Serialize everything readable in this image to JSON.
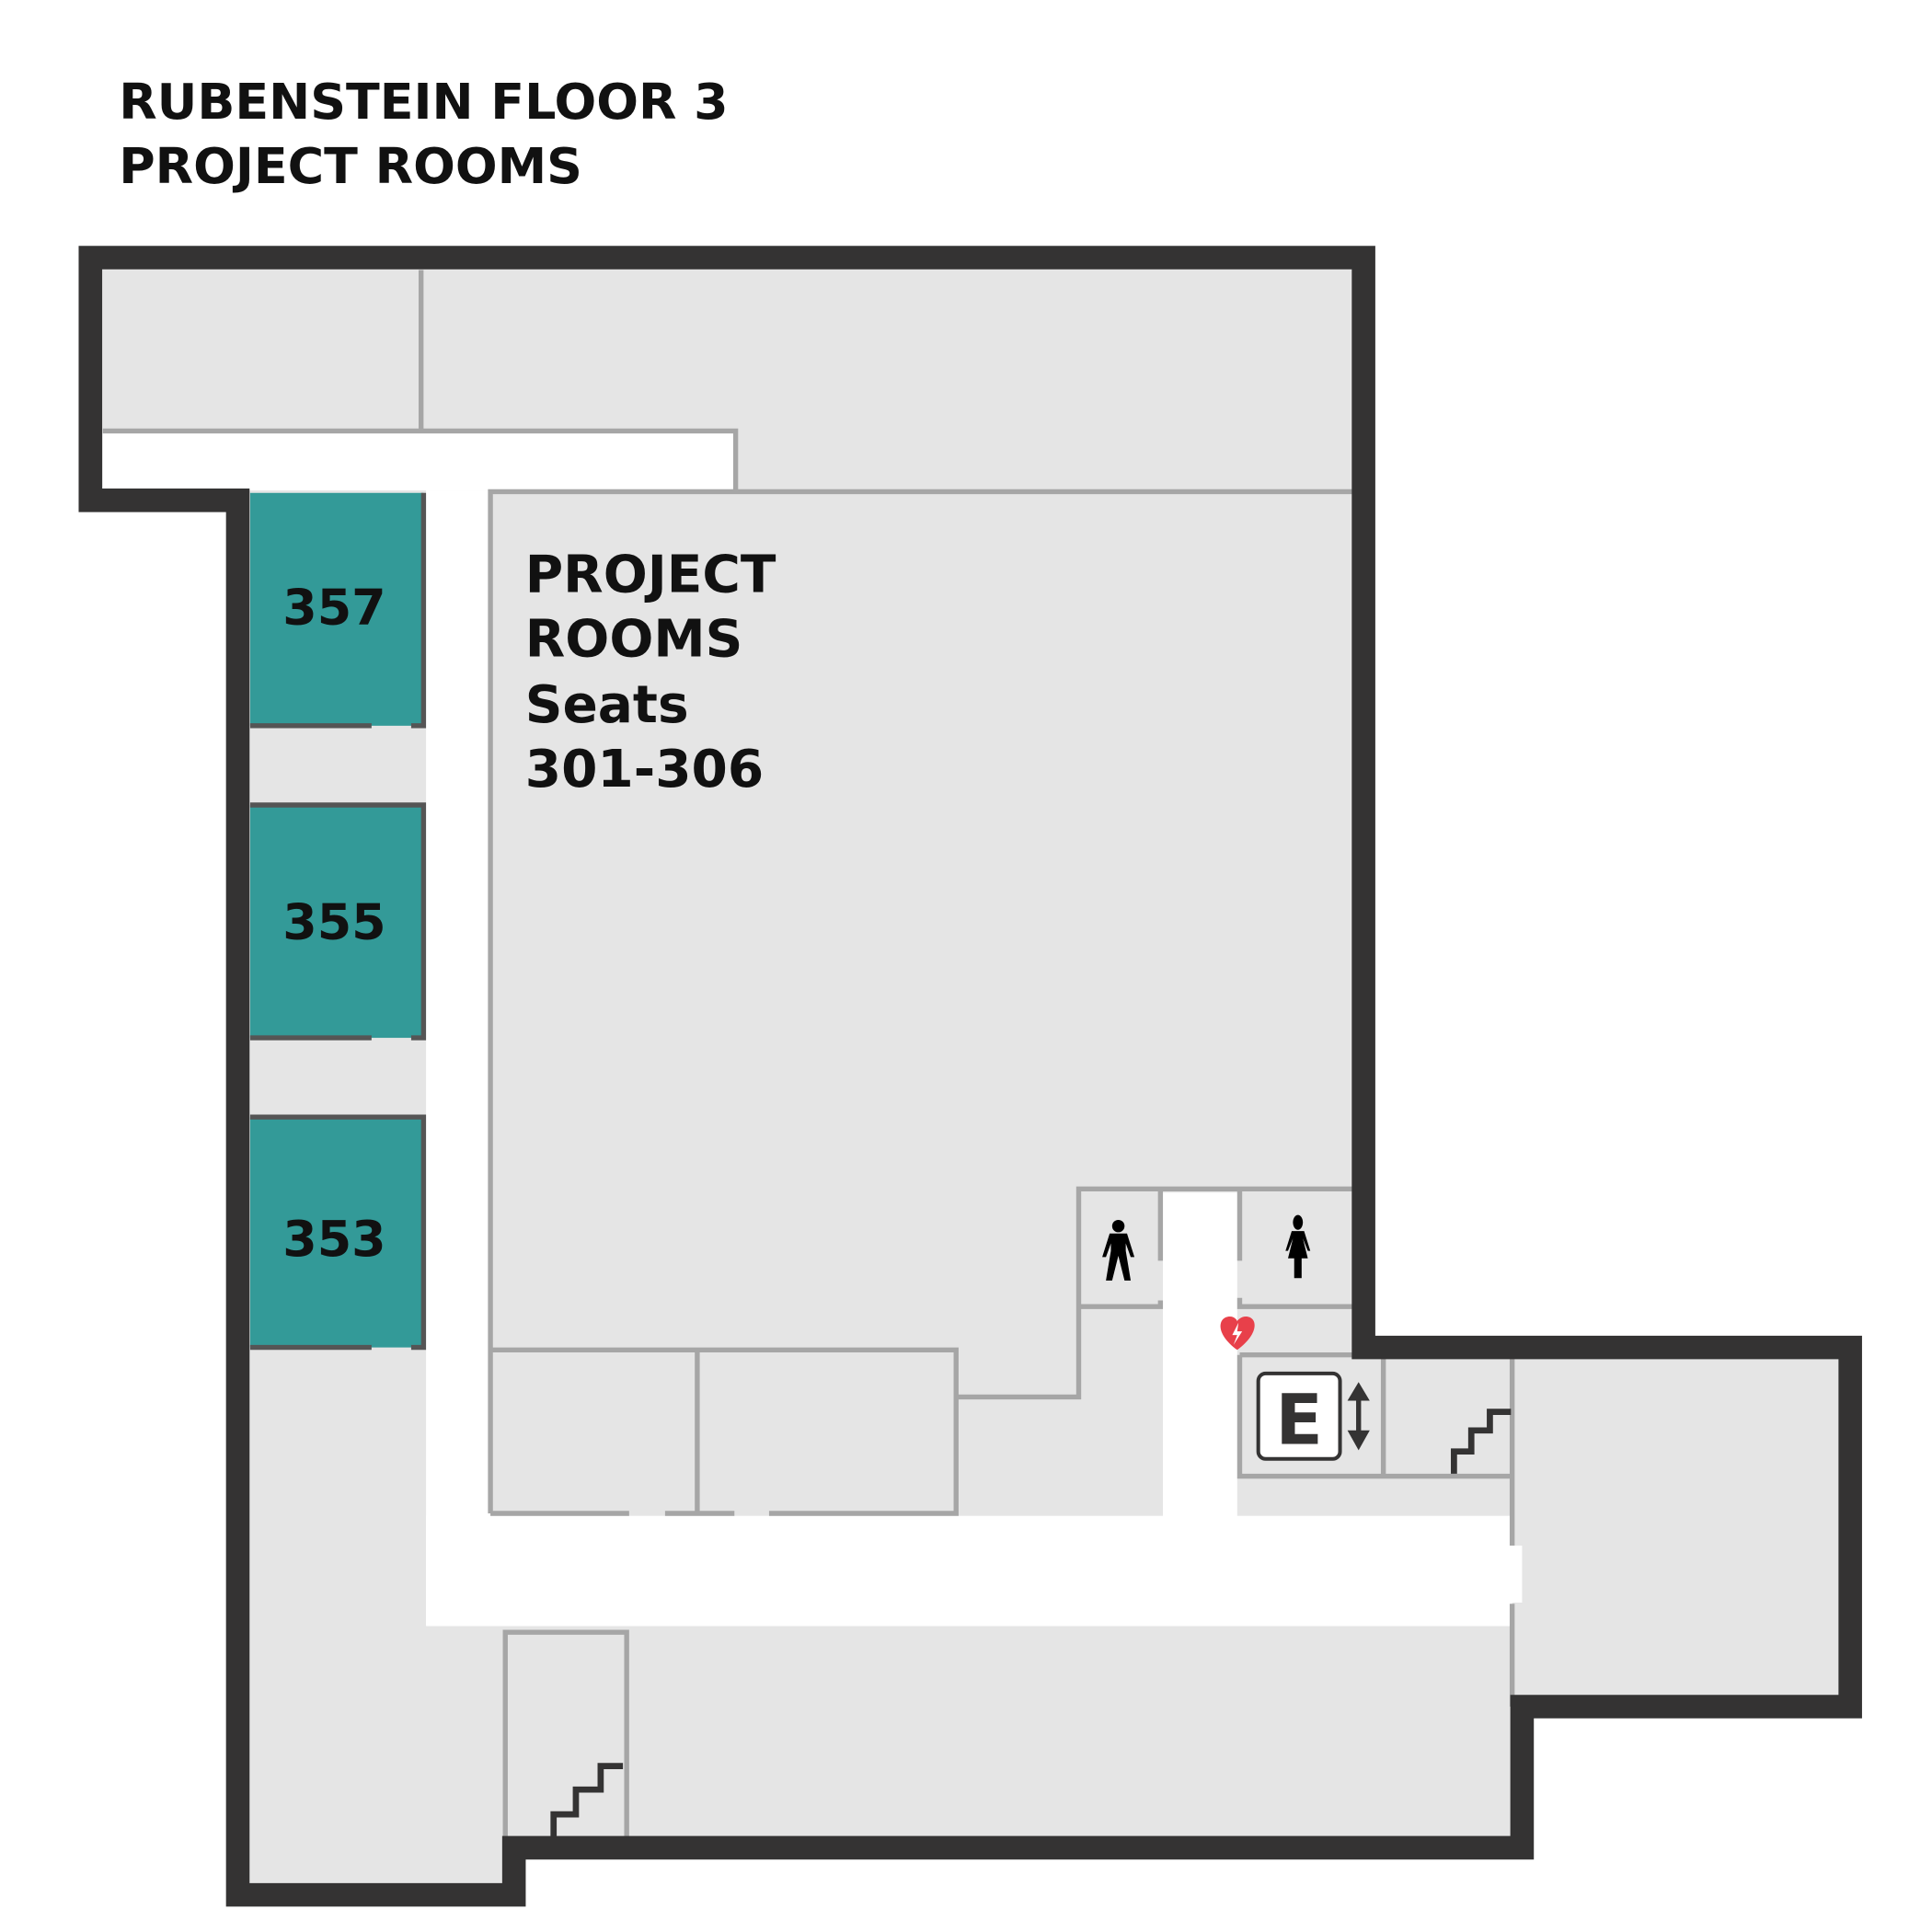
{
  "header": {
    "title_line1": "RUBENSTEIN FLOOR 3",
    "title_line2": "PROJECT ROOMS"
  },
  "rooms": [
    {
      "number": "357",
      "color": "#339a98"
    },
    {
      "number": "355",
      "color": "#339a98"
    },
    {
      "number": "353",
      "color": "#339a98"
    }
  ],
  "main_area": {
    "line1": "PROJECT",
    "line2": "ROOMS",
    "line3": "Seats",
    "line4": "301-306"
  },
  "elevator": {
    "letter": "E"
  },
  "icons": [
    "mens-restroom-icon",
    "womens-restroom-icon",
    "aed-heart-icon",
    "elevator-icon",
    "stairs-icon"
  ],
  "colors": {
    "wall": "#343333",
    "interior_wall": "#a6a6a6",
    "floor": "#e5e5e5",
    "corridor": "#ffffff",
    "aed": "#e8404a"
  }
}
